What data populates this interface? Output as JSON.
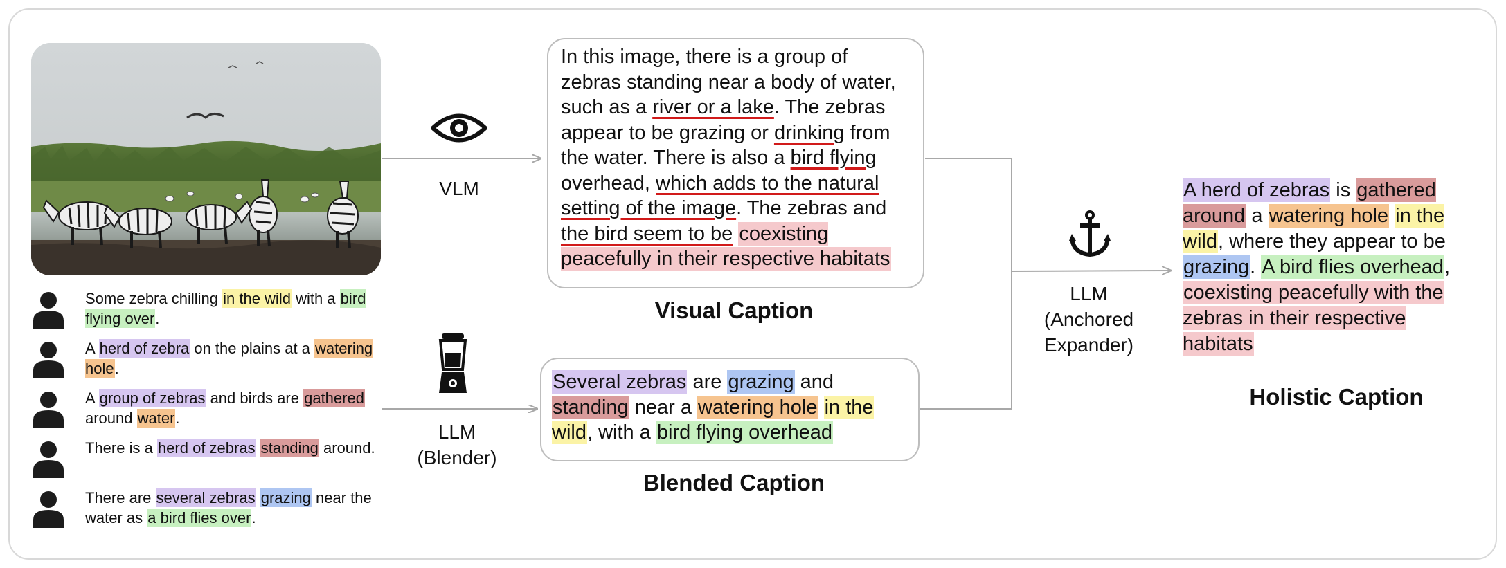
{
  "user_captions": [
    {
      "segments": [
        {
          "text": "Some zebra chilling "
        },
        {
          "text": "in the wild",
          "hl": "yellow"
        },
        {
          "text": " with a "
        },
        {
          "text": "bird flying over",
          "hl": "green"
        },
        {
          "text": "."
        }
      ]
    },
    {
      "segments": [
        {
          "text": "A "
        },
        {
          "text": "herd of zebra",
          "hl": "purple"
        },
        {
          "text": " on the plains at a "
        },
        {
          "text": "watering hole",
          "hl": "orange"
        },
        {
          "text": "."
        }
      ]
    },
    {
      "segments": [
        {
          "text": "A "
        },
        {
          "text": "group of zebras",
          "hl": "purple"
        },
        {
          "text": " and birds are "
        },
        {
          "text": "gathered",
          "hl": "red"
        },
        {
          "text": " around "
        },
        {
          "text": "water",
          "hl": "orange"
        },
        {
          "text": "."
        }
      ]
    },
    {
      "segments": [
        {
          "text": "There is a "
        },
        {
          "text": "herd of zebras",
          "hl": "purple"
        },
        {
          "text": " "
        },
        {
          "text": "standing",
          "hl": "red"
        },
        {
          "text": " around."
        }
      ]
    },
    {
      "segments": [
        {
          "text": "There are "
        },
        {
          "text": "several zebras",
          "hl": "purple"
        },
        {
          "text": " "
        },
        {
          "text": "grazing",
          "hl": "blue"
        },
        {
          "text": " near the water as "
        },
        {
          "text": "a bird flies over",
          "hl": "green"
        },
        {
          "text": "."
        }
      ]
    }
  ],
  "labels": {
    "vlm": "VLM",
    "llm_blender_1": "LLM",
    "llm_blender_2": "(Blender)",
    "llm_expander_1": "LLM",
    "llm_expander_2": "(Anchored",
    "llm_expander_3": "Expander)",
    "visual_caption": "Visual Caption",
    "blended_caption": "Blended Caption",
    "holistic_caption": "Holistic Caption"
  },
  "visual_caption": {
    "segments": [
      {
        "text": "In this image, there is a group of zebras standing near a body of water, such as a "
      },
      {
        "text": "river or a lake",
        "ul": true
      },
      {
        "text": ". The zebras appear to be grazing or "
      },
      {
        "text": "drinking",
        "ul": true
      },
      {
        "text": " from the water. There is also a "
      },
      {
        "text": "bird flying",
        "ul": true
      },
      {
        "text": " overhead, "
      },
      {
        "text": "which adds to the natural setting of the image",
        "ul": true
      },
      {
        "text": ". The zebras and "
      },
      {
        "text": "the bird seem to be",
        "ul": true
      },
      {
        "text": " "
      },
      {
        "text": "coexisting peacefully in their respective habitats",
        "hl": "pink"
      }
    ]
  },
  "blended_caption": {
    "segments": [
      {
        "text": "Several zebras",
        "hl": "purple"
      },
      {
        "text": " are "
      },
      {
        "text": "grazing",
        "hl": "blue"
      },
      {
        "text": " and "
      },
      {
        "text": "standing",
        "hl": "red"
      },
      {
        "text": " near a "
      },
      {
        "text": "watering hole",
        "hl": "orange"
      },
      {
        "text": " "
      },
      {
        "text": "in the wild",
        "hl": "yellow"
      },
      {
        "text": ", with a "
      },
      {
        "text": "bird flying overhead",
        "hl": "green"
      }
    ]
  },
  "holistic_caption": {
    "segments": [
      {
        "text": "A herd of zebras",
        "hl": "purple"
      },
      {
        "text": " is "
      },
      {
        "text": "gathered around",
        "hl": "red"
      },
      {
        "text": " a "
      },
      {
        "text": "watering hole",
        "hl": "orange"
      },
      {
        "text": " "
      },
      {
        "text": "in the wild",
        "hl": "yellow"
      },
      {
        "text": ", where they appear to be "
      },
      {
        "text": "grazing",
        "hl": "blue"
      },
      {
        "text": ". "
      },
      {
        "text": "A bird flies overhead",
        "hl": "green"
      },
      {
        "text": ", "
      },
      {
        "text": "coexisting peacefully with the zebras in their respective habitats",
        "hl": "pink"
      }
    ]
  },
  "icons": {
    "vlm": "eye-icon",
    "blender": "blender-icon",
    "expander": "anchor-icon",
    "annotator": "person-icon"
  },
  "colors": {
    "yellow": "#fbf3a6",
    "green": "#c7f0c0",
    "purple": "#d6c6f0",
    "orange": "#f6c48f",
    "red": "#d99b9b",
    "blue": "#aec6f2",
    "pink": "#f5c9cc",
    "underline": "#d11a1a"
  }
}
